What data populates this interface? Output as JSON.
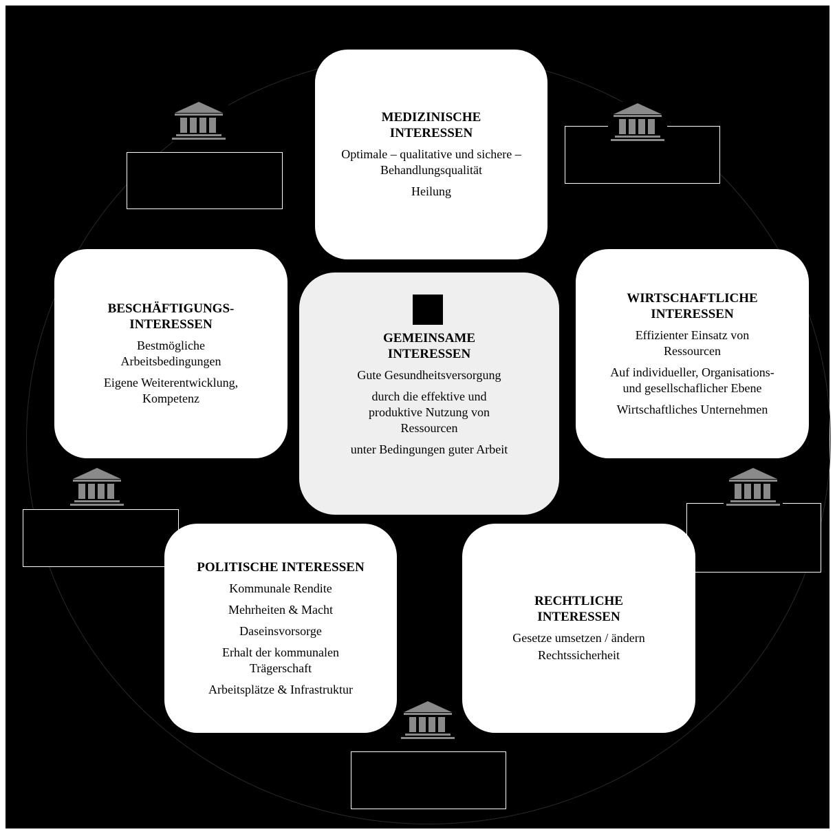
{
  "diagram": {
    "colors": {
      "background": "#000000",
      "card": "#ffffff",
      "center_card": "#efefef",
      "icon": "#8a8a8a"
    },
    "center": {
      "title_lines": [
        "GEMEINSAME",
        "INTERESSEN"
      ],
      "lines": [
        "Gute Gesundheitsversorgung",
        "durch die effektive und produktive Nutzung von Ressourcen",
        "unter Bedingungen guter Arbeit"
      ]
    },
    "medical": {
      "title_lines": [
        "MEDIZINISCHE",
        "INTERESSEN"
      ],
      "lines": [
        "Optimale – qualitative und sichere – Behandlungsqualität",
        "Heilung"
      ]
    },
    "employment": {
      "title_lines": [
        "BESCHÄFTIGUNGS-",
        "INTERESSEN"
      ],
      "lines": [
        "Bestmögliche Arbeitsbedingungen",
        "Eigene Weiterentwicklung, Kompetenz"
      ]
    },
    "economic": {
      "title_lines": [
        "WIRTSCHAFTLICHE",
        "INTERESSEN"
      ],
      "lines": [
        "Effizienter Einsatz von Ressourcen",
        "Auf individueller, Organisations- und gesellschaflicher Ebene",
        "Wirtschaftliches Unternehmen"
      ]
    },
    "political": {
      "title_lines": [
        "POLITISCHE INTERESSEN"
      ],
      "lines": [
        "Kommunale Rendite",
        "Mehrheiten & Macht",
        "Daseinsvorsorge",
        "Erhalt der kommunalen Trägerschaft",
        "Arbeitsplätze & Infrastruktur"
      ]
    },
    "legal": {
      "title_lines": [
        "RECHTLICHE",
        "INTERESSEN"
      ],
      "lines": [
        "Gesetze umsetzen / ändern",
        "Rechtssicherheit"
      ]
    },
    "icons": [
      "institution-icon",
      "institution-icon",
      "institution-icon",
      "institution-icon",
      "institution-icon"
    ]
  }
}
